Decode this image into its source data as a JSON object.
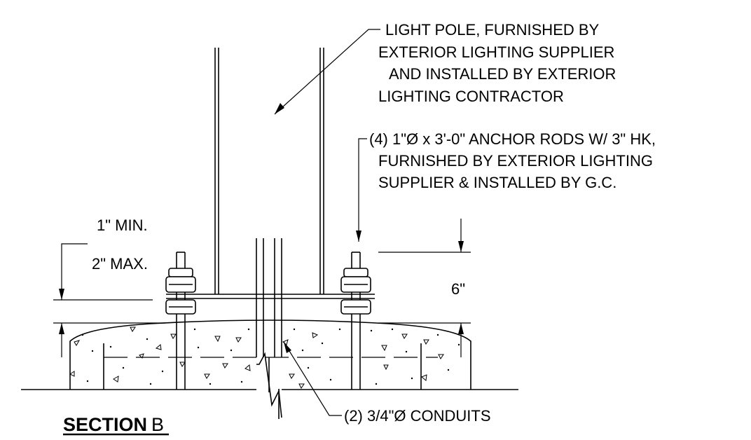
{
  "labels": {
    "light_pole_note": [
      "LIGHT POLE, FURNISHED BY",
      "EXTERIOR LIGHTING SUPPLIER",
      "AND INSTALLED BY EXTERIOR",
      "LIGHTING CONTRACTOR"
    ],
    "anchor_rod_note": [
      "(4) 1\"Ø x 3'-0\" ANCHOR RODS W/ 3\" HK,",
      "FURNISHED BY EXTERIOR LIGHTING",
      "SUPPLIER & INSTALLED BY G.C."
    ],
    "projection_min": "1\" MIN.",
    "projection_max": "2\" MAX.",
    "embed_depth": "6\"",
    "conduit_note": "(2) 3/4\"Ø CONDUITS",
    "section_title_bold": "SECTION",
    "section_title_id": "B"
  },
  "colors": {
    "line": "#000000",
    "background": "#ffffff"
  }
}
